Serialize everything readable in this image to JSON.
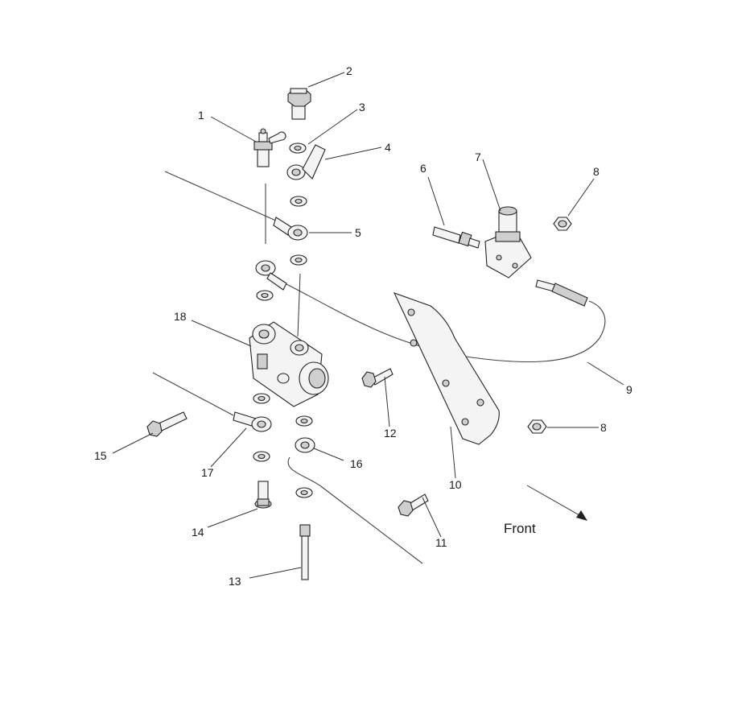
{
  "diagram": {
    "callouts": [
      {
        "id": "c1",
        "text": "1"
      },
      {
        "id": "c2",
        "text": "2"
      },
      {
        "id": "c3",
        "text": "3"
      },
      {
        "id": "c4",
        "text": "4"
      },
      {
        "id": "c5",
        "text": "5"
      },
      {
        "id": "c6",
        "text": "6"
      },
      {
        "id": "c7",
        "text": "7"
      },
      {
        "id": "c8a",
        "text": "8"
      },
      {
        "id": "c8b",
        "text": "8"
      },
      {
        "id": "c9",
        "text": "9"
      },
      {
        "id": "c10",
        "text": "10"
      },
      {
        "id": "c11",
        "text": "11"
      },
      {
        "id": "c12",
        "text": "12"
      },
      {
        "id": "c13",
        "text": "13"
      },
      {
        "id": "c14",
        "text": "14"
      },
      {
        "id": "c15",
        "text": "15"
      },
      {
        "id": "c16",
        "text": "16"
      },
      {
        "id": "c17",
        "text": "17"
      },
      {
        "id": "c18",
        "text": "18"
      }
    ],
    "front_label": "Front"
  }
}
